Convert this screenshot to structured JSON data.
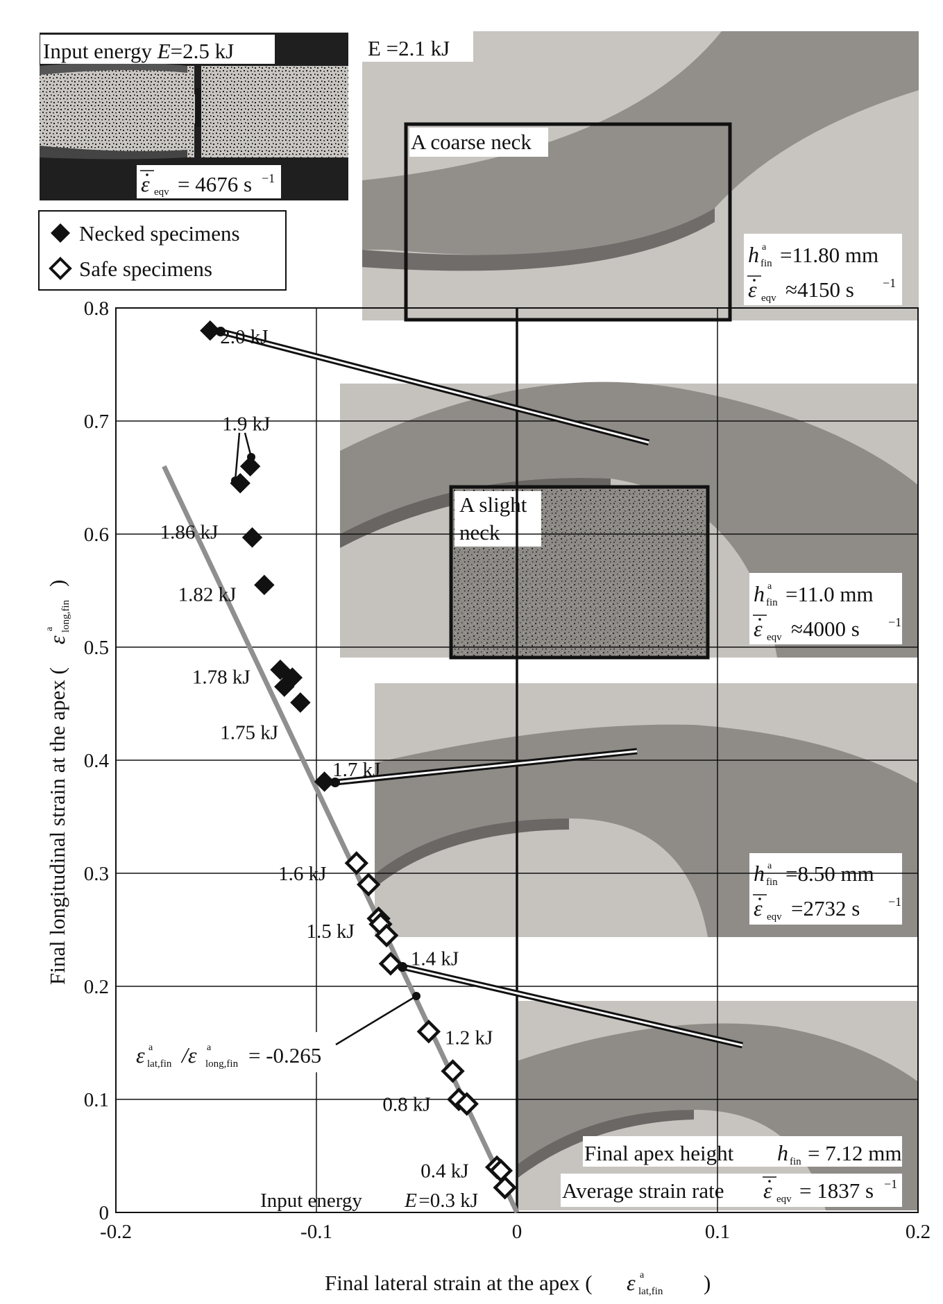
{
  "chart_data": {
    "type": "scatter",
    "xlabel": "Final lateral strain at the apex (",
    "xlabel_symbol": "ε",
    "xlabel_sup": "a",
    "xlabel_sub": "lat,fin",
    "xlabel_end": ")",
    "ylabel": "Final longitudinal strain at the apex (",
    "ylabel_symbol": "ε",
    "ylabel_sup": "a",
    "ylabel_sub": "long,fin",
    "ylabel_end": ")",
    "xlim": [
      -0.2,
      0.2
    ],
    "ylim": [
      0,
      0.8
    ],
    "xticks": [
      "-0.2",
      "-0.1",
      "0",
      "0.1",
      "0.2"
    ],
    "yticks": [
      "0",
      "0.1",
      "0.2",
      "0.3",
      "0.4",
      "0.5",
      "0.6",
      "0.7",
      "0.8"
    ],
    "grid": true,
    "legend_position": "top-left",
    "series": [
      {
        "name": "Necked specimens",
        "marker": "filled-diamond",
        "points": [
          {
            "x": -0.153,
            "y": 0.78
          },
          {
            "x": -0.133,
            "y": 0.66
          },
          {
            "x": -0.138,
            "y": 0.645
          },
          {
            "x": -0.132,
            "y": 0.597
          },
          {
            "x": -0.126,
            "y": 0.555
          },
          {
            "x": -0.118,
            "y": 0.48
          },
          {
            "x": -0.116,
            "y": 0.465
          },
          {
            "x": -0.112,
            "y": 0.473
          },
          {
            "x": -0.108,
            "y": 0.451
          },
          {
            "x": -0.096,
            "y": 0.381
          }
        ]
      },
      {
        "name": "Safe specimens",
        "marker": "open-diamond",
        "points": [
          {
            "x": -0.08,
            "y": 0.309
          },
          {
            "x": -0.074,
            "y": 0.29
          },
          {
            "x": -0.069,
            "y": 0.26
          },
          {
            "x": -0.068,
            "y": 0.255
          },
          {
            "x": -0.065,
            "y": 0.245
          },
          {
            "x": -0.063,
            "y": 0.22
          },
          {
            "x": -0.044,
            "y": 0.16
          },
          {
            "x": -0.032,
            "y": 0.125
          },
          {
            "x": -0.029,
            "y": 0.1
          },
          {
            "x": -0.025,
            "y": 0.096
          },
          {
            "x": -0.01,
            "y": 0.04
          },
          {
            "x": -0.008,
            "y": 0.037
          },
          {
            "x": -0.006,
            "y": 0.022
          }
        ]
      }
    ],
    "trend_line": {
      "x": [
        -0.176,
        0.0
      ],
      "y": [
        0.66,
        0.0
      ],
      "label": "-0.265"
    },
    "point_labels": [
      {
        "text": "2.0 kJ",
        "x": -0.148,
        "y": 0.775
      },
      {
        "text": "1.9 kJ",
        "x": -0.147,
        "y": 0.698
      },
      {
        "text": "1.86 kJ",
        "x": -0.178,
        "y": 0.602
      },
      {
        "text": "1.82 kJ",
        "x": -0.169,
        "y": 0.547
      },
      {
        "text": "1.78 kJ",
        "x": -0.162,
        "y": 0.474
      },
      {
        "text": "1.75 kJ",
        "x": -0.148,
        "y": 0.425
      },
      {
        "text": "1.7 kJ",
        "x": -0.092,
        "y": 0.392
      },
      {
        "text": "1.6 kJ",
        "x": -0.119,
        "y": 0.3
      },
      {
        "text": "1.5 kJ",
        "x": -0.105,
        "y": 0.249
      },
      {
        "text": "1.4 kJ",
        "x": -0.053,
        "y": 0.225
      },
      {
        "text": "1.2 kJ",
        "x": -0.036,
        "y": 0.155
      },
      {
        "text": "0.8 kJ",
        "x": -0.067,
        "y": 0.096
      },
      {
        "text": "0.4 kJ",
        "x": -0.048,
        "y": 0.037
      },
      {
        "text": "Input energy",
        "x": -0.128,
        "y": 0.011
      },
      {
        "text": "E",
        "x": -0.056,
        "y": 0.011
      },
      {
        "text": "=0.3 kJ",
        "x": -0.049,
        "y": 0.011
      }
    ],
    "ratio_label": {
      "lhs": "ε",
      "lhs_sup": "a",
      "lhs_sub": "lat,fin",
      "rhs": "/ε",
      "rhs_sup": "a",
      "rhs_sub": "long,fin",
      "value": "= -0.265"
    }
  },
  "legend": {
    "necked": "Necked specimens",
    "safe": "Safe specimens"
  },
  "photos": {
    "top_left": {
      "title_prefix": "Input energy ",
      "title_var": "E",
      "title_suffix": "=2.5 kJ",
      "rate_label": "= 4676 s",
      "rate_exp": "−1",
      "rate_sub": "eqv"
    },
    "top_right": {
      "title": "E =2.1 kJ",
      "inset_label": "A coarse neck",
      "h_sub": "fin",
      "h_sup": "a",
      "h_value": "=11.80 mm",
      "rate_sub": "eqv",
      "rate_value": "≈4150 s",
      "rate_exp": "−1"
    },
    "middle": {
      "inset_label_1": "A slight",
      "inset_label_2": "neck",
      "h_sub": "fin",
      "h_sup": "a",
      "h_value": "=11.0 mm",
      "rate_sub": "eqv",
      "rate_value": "≈4000 s",
      "rate_exp": "−1"
    },
    "lower": {
      "h_sub": "fin",
      "h_sup": "a",
      "h_value": "=8.50 mm",
      "rate_sub": "eqv",
      "rate_value": "=2732 s",
      "rate_exp": "−1"
    },
    "bottom": {
      "height_label": "Final apex height ",
      "height_sub": "fin",
      "height_value": "= 7.12 mm",
      "rate_label": "Average strain rate ",
      "rate_sub": "eqv",
      "rate_value": "= 1837 s",
      "rate_exp": "−1"
    }
  },
  "colors": {
    "trend_line": "#8f8f8f",
    "photo_light": "#c4c1bd",
    "photo_metal": "#8d8a86",
    "photo_dark": "#2a2a2a",
    "grid": "#111111"
  }
}
